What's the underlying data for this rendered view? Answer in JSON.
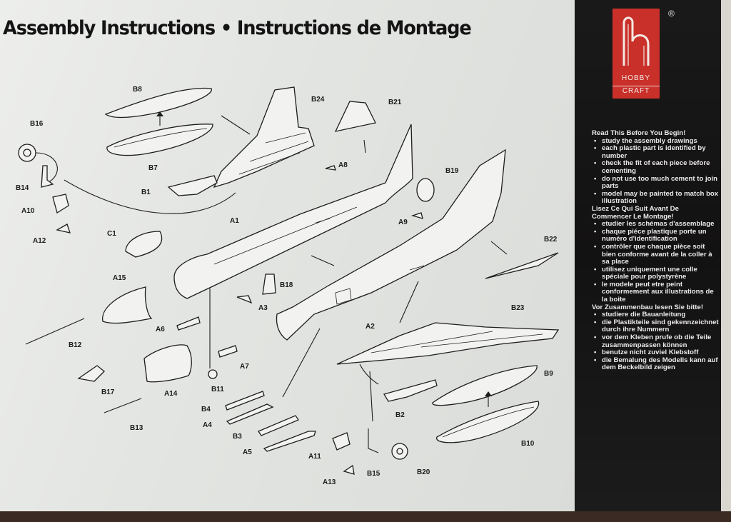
{
  "title": {
    "english": "Assembly Instructions",
    "separator": "•",
    "french": "Instructions de Montage"
  },
  "brand": {
    "line1": "HOBBY",
    "line2": "CRAFT",
    "registered": "®",
    "color": "#c9302a"
  },
  "notes": {
    "english": {
      "heading": "Read This Before You Begin!",
      "items": [
        "study the assembly drawings",
        "each plastic part is identified by number",
        "check the fit of each piece before cementing",
        "do not use too much cement to join parts",
        "model may be painted to match box illustration"
      ]
    },
    "french": {
      "heading": "Lisez Ce Qui Suit Avant De Commencer Le Montage!",
      "items": [
        "etudier les schémas d'assemblage",
        "chaque piéce plastique porte un numéro d'identification",
        "contrôler que chaque pièce soit bien conforme avant de la coller à sa place",
        "utilisez uniquement une colle spéciale pour polystyrène",
        "le modele peut etre peint conformement aux illustrations de la boite"
      ]
    },
    "german": {
      "heading": "Vor Zusammenbau lesen Sie bitte!",
      "items": [
        "studiere die Bauanleitung",
        "die Plastikteile sind gekennzeichnet durch ihre Nummern",
        "vor dem Kleben prufe ob die Teile zusammenpassen können",
        "benutze nicht zuviel Klebstoff",
        "die Bemalung des Modells kann auf dem Beckelbild zeigen"
      ]
    }
  },
  "parts": {
    "B8": "B8",
    "B7": "B7",
    "B24": "B24",
    "B21": "B21",
    "B16": "B16",
    "B14": "B14",
    "B1": "B1",
    "A8": "A8",
    "B19": "B19",
    "A10": "A10",
    "A12": "A12",
    "A1": "A1",
    "A9": "A9",
    "C1": "C1",
    "B22": "B22",
    "A15": "A15",
    "B18": "B18",
    "A3": "A3",
    "A6": "A6",
    "A2": "A2",
    "B23": "B23",
    "B12": "B12",
    "A7": "A7",
    "B9": "B9",
    "B11": "B11",
    "B17": "B17",
    "A14": "A14",
    "B2": "B2",
    "B4": "B4",
    "A4": "A4",
    "B13": "B13",
    "B3": "B3",
    "A5": "A5",
    "B10": "B10",
    "A11": "A11",
    "B15": "B15",
    "B20": "B20",
    "A13": "A13"
  }
}
